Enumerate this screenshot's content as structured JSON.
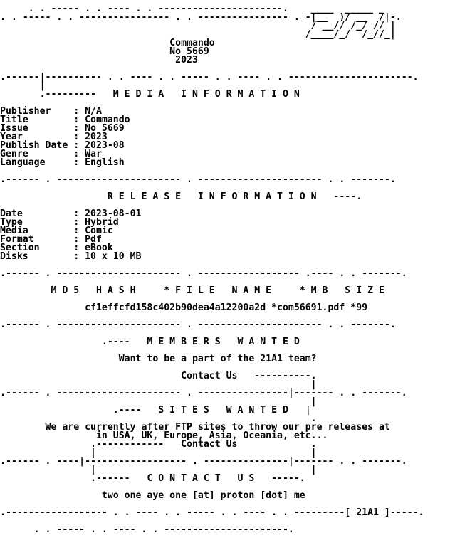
{
  "document": {
    "lines": [
      "     . . ----- . . ---- . . ----------------------.    ____  _____ _",
      ". . ----- . . ---------------- . . ---------------- . -|__  )/ __  /|-.",
      "                                                       / __// /_/ // |",
      "                                                      /____/_/  /_//_|",
      "                              Commando",
      "                              No 5669",
      "                               2023",
      "",
      ".------|---------- . . ---- . . ----- . . ---- . . ----------------------.",
      "       |",
      "       .---------   M E D I A   I N F O R M A T I O N",
      "",
      "Publisher    : N/A",
      "Title        : Commando",
      "Issue        : No 5669",
      "Year         : 2023",
      "Publish Date : 2023-08",
      "Genre        : War",
      "Language     : English",
      "",
      ".------ . ---------------------- . ---------------------- . . -------.",
      "",
      "                   R E L E A S E   I N F O R M A T I O N   ----.",
      "",
      "Date         : 2023-08-01",
      "Type         : Hybrid",
      "Media        : Comic",
      "Format       : Pdf",
      "Section      : eBook",
      "Disks        : 10 x 10 MB",
      "",
      ".------ . ---------------------- . ------------------ .---- . . -------.",
      "",
      "         M D 5   H A S H     * F I L E   N A M E     * M B   S I Z E",
      "",
      "               cf1effcfd158c402b90dea4a12200a2d *com56691.pdf *99",
      "",
      ".------ . ---------------------- . ---------------------- . . -------.",
      "",
      "                  .----   M E M B E R S   W A N T E D",
      "",
      "                     Want to be a part of the 21A1 team?",
      "",
      "                                Contact Us   ----------.",
      "                                                       |",
      ".------ . ---------------------- . ----------------|------- . . -------.",
      "                                                       |",
      "                    .----   S I T E S   W A N T E D   |",
      "                                                       .",
      "        We are currently after FTP sites to throw our pre releases at",
      "                 in USA, UK, Europe, Asia, Oceania, etc...",
      "                .------------   Contact Us             .",
      "                |                                      |",
      ".------ . ----|------------------ . ---------------|------- . . -------.",
      "                |                                      |",
      "                .------   C O N T A C T   U S   -----.",
      "",
      "                  two one aye one [at] proton [dot] me",
      "",
      ".------------------ . . ---- . . ----- . . ---- . . ---------[ 21A1 ]-----.",
      "",
      "      . . ----- . . ---- . . ----------------------."
    ]
  }
}
